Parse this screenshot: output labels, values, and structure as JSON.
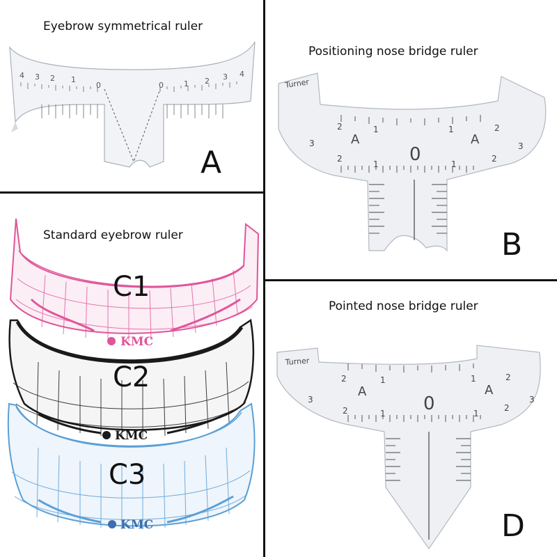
{
  "panels": {
    "a": {
      "title": "Eyebrow symmetrical ruler",
      "label": "A"
    },
    "b": {
      "title": "Positioning nose bridge ruler",
      "label": "B"
    },
    "c": {
      "title": "Standard eyebrow ruler",
      "labels": [
        "C1",
        "C2",
        "C3"
      ],
      "brand": "KMC"
    },
    "d": {
      "title": "Pointed nose bridge ruler",
      "label": "D"
    }
  },
  "ruler_text": {
    "zero": "0",
    "letter": "A",
    "n1": "1",
    "n2": "2",
    "n3": "3",
    "n4": "4",
    "maker": "Turner"
  },
  "colors": {
    "c1": "#e0559a",
    "c2": "#1a1a1a",
    "c3": "#5a9fd6"
  }
}
